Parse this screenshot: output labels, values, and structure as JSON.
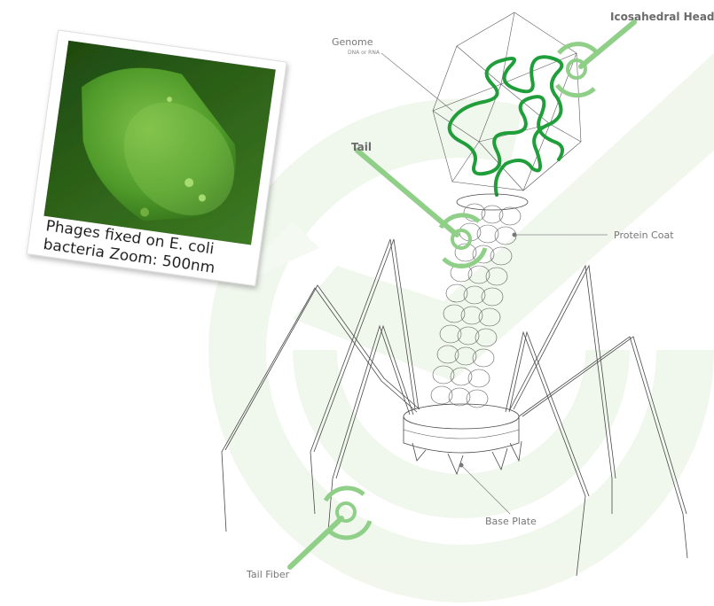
{
  "labels": {
    "icosahedral_head": "Icosahedral Head",
    "genome": "Genome",
    "genome_sub": "DNA or RNA",
    "tail": "Tail",
    "protein_coat": "Protein Coat",
    "base_plate": "Base Plate",
    "tail_fiber": "Tail Fiber"
  },
  "photo": {
    "caption_line1": "Phages fixed on E. coli",
    "caption_line2": "bacteria Zoom: 500nm"
  },
  "colors": {
    "accent_green": "#1f9e3a",
    "light_green": "#a8d8a0",
    "pale_green": "#eaf5e6",
    "wire": "#4a4a4a"
  }
}
